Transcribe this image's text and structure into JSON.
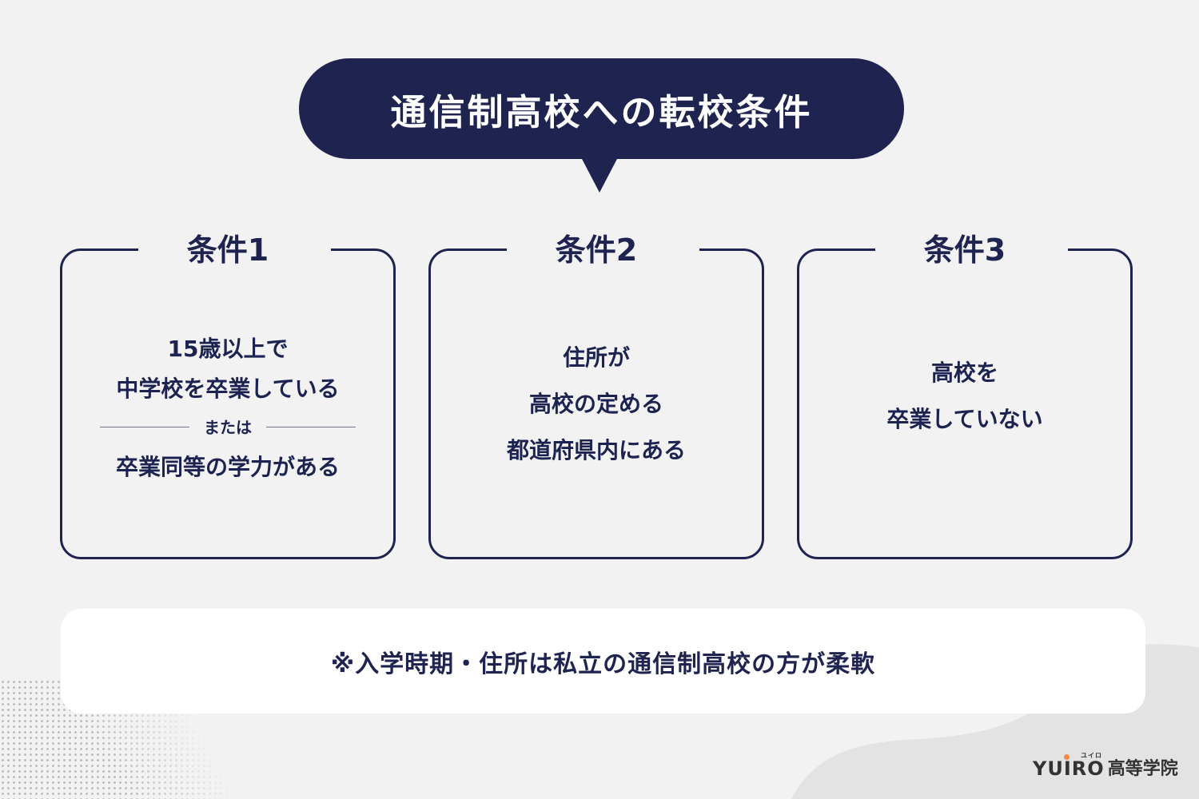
{
  "header": {
    "title": "通信制高校への転校条件"
  },
  "conditions": [
    {
      "label": "条件1",
      "lines_a": [
        "15歳以上で",
        "中学校を卒業している"
      ],
      "separator": "または",
      "lines_b": [
        "卒業同等の学力がある"
      ]
    },
    {
      "label": "条件2",
      "lines": [
        "住所が",
        "高校の定める",
        "都道府県内にある"
      ]
    },
    {
      "label": "条件3",
      "lines": [
        "高校を",
        "卒業していない"
      ]
    }
  ],
  "note": {
    "text": "※入学時期・住所は私立の通信制高校の方が柔軟"
  },
  "logo": {
    "en": "YUIRO",
    "ruby": "ユイロ",
    "jp": "高等学院"
  },
  "colors": {
    "navy": "#1e2350",
    "background": "#f2f2f2",
    "note_bg": "#ffffff",
    "logo_accent": "#f08a45"
  }
}
